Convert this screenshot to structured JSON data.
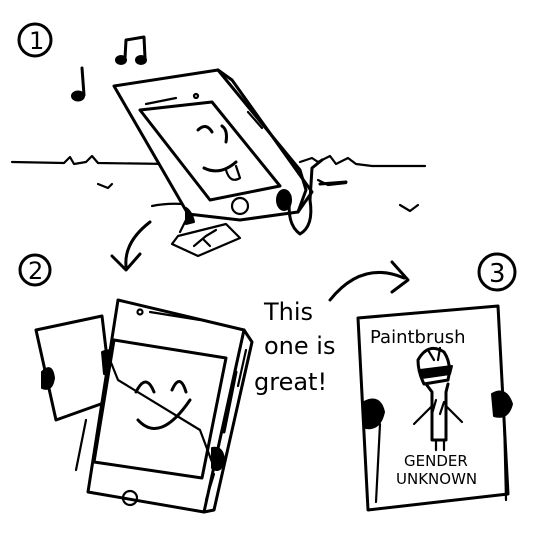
{
  "panels": {
    "one": {
      "number": "1"
    },
    "two": {
      "number": "2",
      "speech": [
        "This",
        "one is",
        "great!"
      ]
    },
    "three": {
      "number": "3",
      "poster": {
        "title": "Paintbrush",
        "caption_line1": "GENDER",
        "caption_line2": "UNKNOWN"
      }
    }
  }
}
